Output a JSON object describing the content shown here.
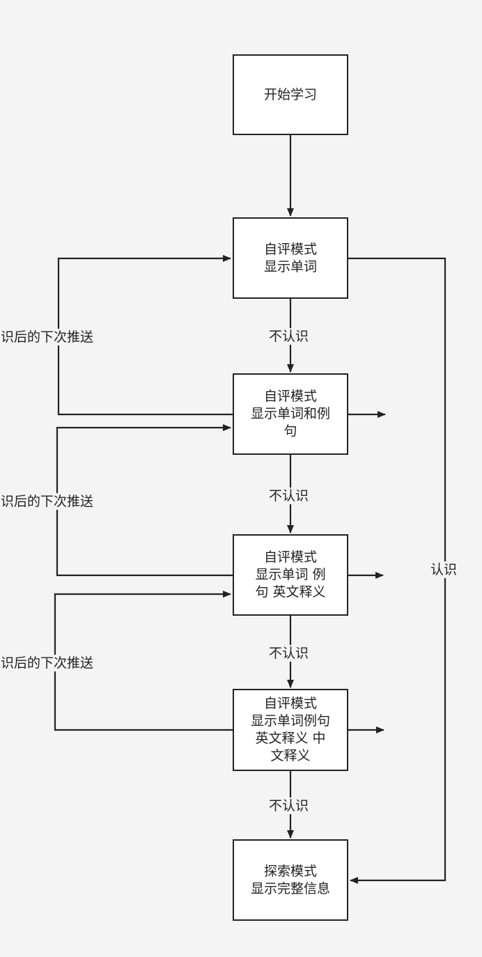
{
  "nodes": {
    "start": {
      "lines": [
        "开始学习"
      ]
    },
    "step1": {
      "lines": [
        "自评模式",
        "显示单词"
      ]
    },
    "step2": {
      "lines": [
        "自评模式",
        "显示单词和例",
        "句"
      ]
    },
    "step3": {
      "lines": [
        "自评模式",
        "显示单词 例",
        "句 英文释义"
      ]
    },
    "step4": {
      "lines": [
        "自评模式",
        "显示单词例句",
        "英文释义 中",
        "文释义"
      ]
    },
    "explore": {
      "lines": [
        "探索模式",
        "显示完整信息"
      ]
    }
  },
  "edges": {
    "not_know": "不认识",
    "know": "认识",
    "next_push": "认识后的下次推送"
  }
}
